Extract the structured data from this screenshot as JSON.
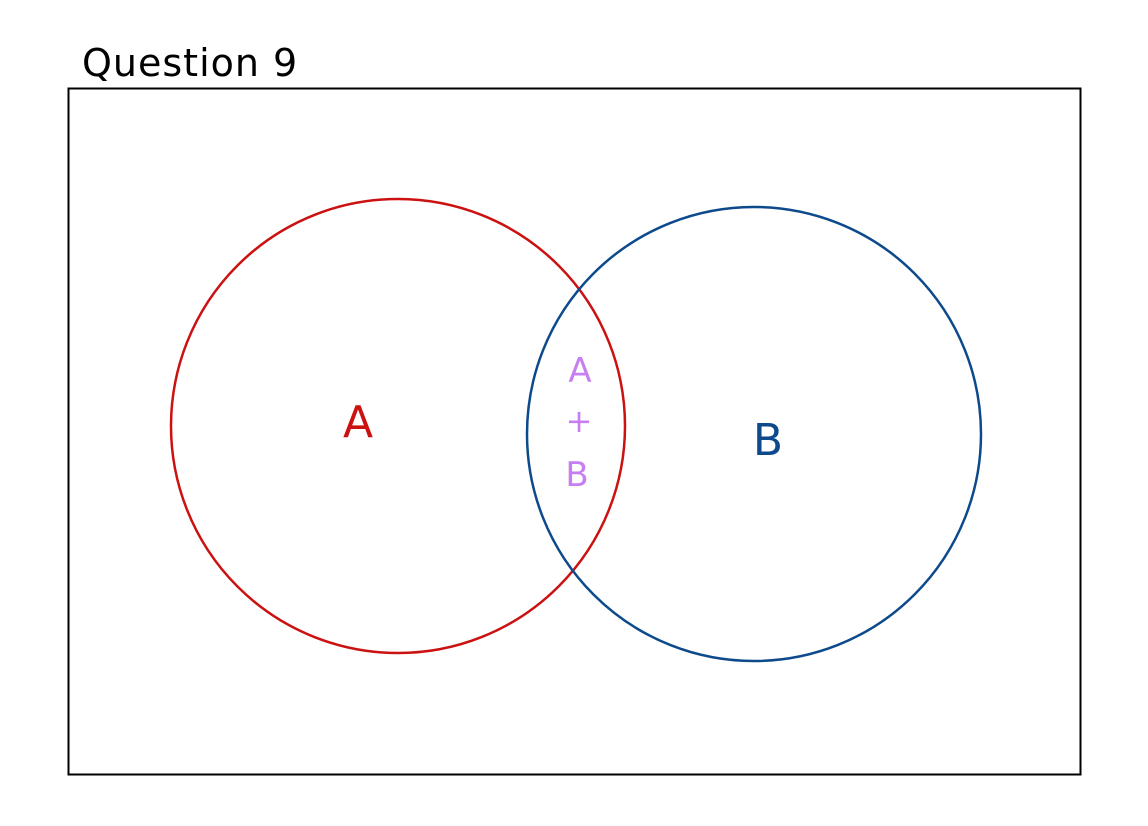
{
  "title": "Question 9",
  "sets": [
    {
      "label": "A",
      "color": "#cc1111"
    },
    {
      "label": "B",
      "color": "#0d4a8c"
    }
  ],
  "intersection": {
    "lines": [
      "A",
      "+",
      "B"
    ],
    "color": "#c77ef0"
  },
  "colors": {
    "frame": "#000000",
    "title": "#000000"
  }
}
